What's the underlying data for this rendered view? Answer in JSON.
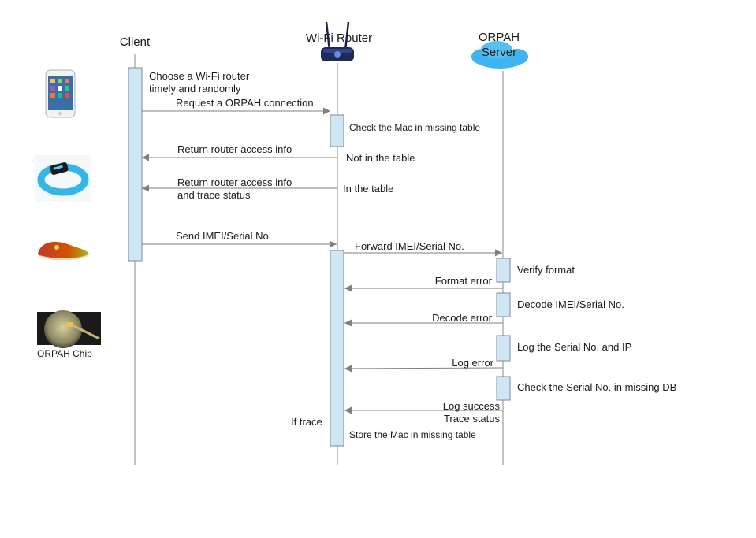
{
  "participants": {
    "client": "Client",
    "router": "Wi-Fi Router",
    "server_line1": "ORPAH",
    "server_line2": "Server"
  },
  "icons": {
    "phone": "smartphone-icon",
    "band": "fitness-band-icon",
    "shoe": "shoe-icon",
    "chip": "orpah-chip-photo",
    "router": "wifi-router-icon",
    "cloud": "cloud-icon"
  },
  "chip_caption": "ORPAH  Chip",
  "notes": {
    "choose_line1": "Choose a Wi-Fi router",
    "choose_line2": "timely and randomly",
    "check_mac": "Check the Mac in missing table",
    "not_in_table": "Not in the table",
    "in_table": "In the table",
    "if_trace": "If trace",
    "store_mac": "Store the Mac in missing table",
    "verify_format": "Verify format",
    "decode": "Decode IMEI/Serial No.",
    "log_serial": "Log the Serial No. and IP",
    "check_serial": "Check the Serial No. in missing DB"
  },
  "messages": {
    "request": "Request a ORPAH connection",
    "return_info": "Return router access info",
    "return_info_trace_1": "Return router access info",
    "return_info_trace_2": "and trace status",
    "send_imei": "Send IMEI/Serial No.",
    "forward_imei": "Forward IMEI/Serial No.",
    "format_error": "Format error",
    "decode_error": "Decode error",
    "log_error": "Log error",
    "log_success": "Log success",
    "trace_status": "Trace status"
  },
  "colors": {
    "activation_fill": "#cfe6f5",
    "activation_stroke": "#7a8a99",
    "lifeline": "#888888",
    "arrow": "#7f7f7f",
    "cloud": "#3fb4f0"
  }
}
